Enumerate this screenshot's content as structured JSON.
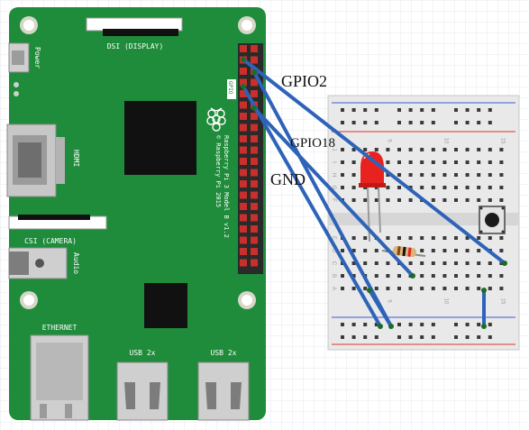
{
  "board": {
    "power_label": "Power",
    "dsi_label": "DSI (DISPLAY)",
    "hdmi_label": "HDMI",
    "csi_label": "CSI (CAMERA)",
    "audio_label": "Audio",
    "ethernet_label": "ETHERNET",
    "usb_left_label": "USB 2x",
    "usb_right_label": "USB 2x",
    "gpio_label": "GPIO",
    "model_line1": "Raspberry Pi 3 Model B v1.2",
    "model_line2": "© Raspberry Pi 2015"
  },
  "breadboard": {
    "row_letters_top": [
      "J",
      "I",
      "H",
      "G",
      "F"
    ],
    "row_letters_bottom": [
      "E",
      "D",
      "C",
      "B",
      "A"
    ],
    "column_numbers": [
      "5",
      "10",
      "15"
    ]
  },
  "annotations": {
    "gpio2": "GPIO2",
    "gpio18": "GPIO18",
    "gnd": "GND"
  },
  "colors": {
    "board_green": "#1e8c3a",
    "wire_blue": "#2d63b8",
    "led_red": "#e8231f",
    "breadboard_fill": "#e9e9e9"
  }
}
